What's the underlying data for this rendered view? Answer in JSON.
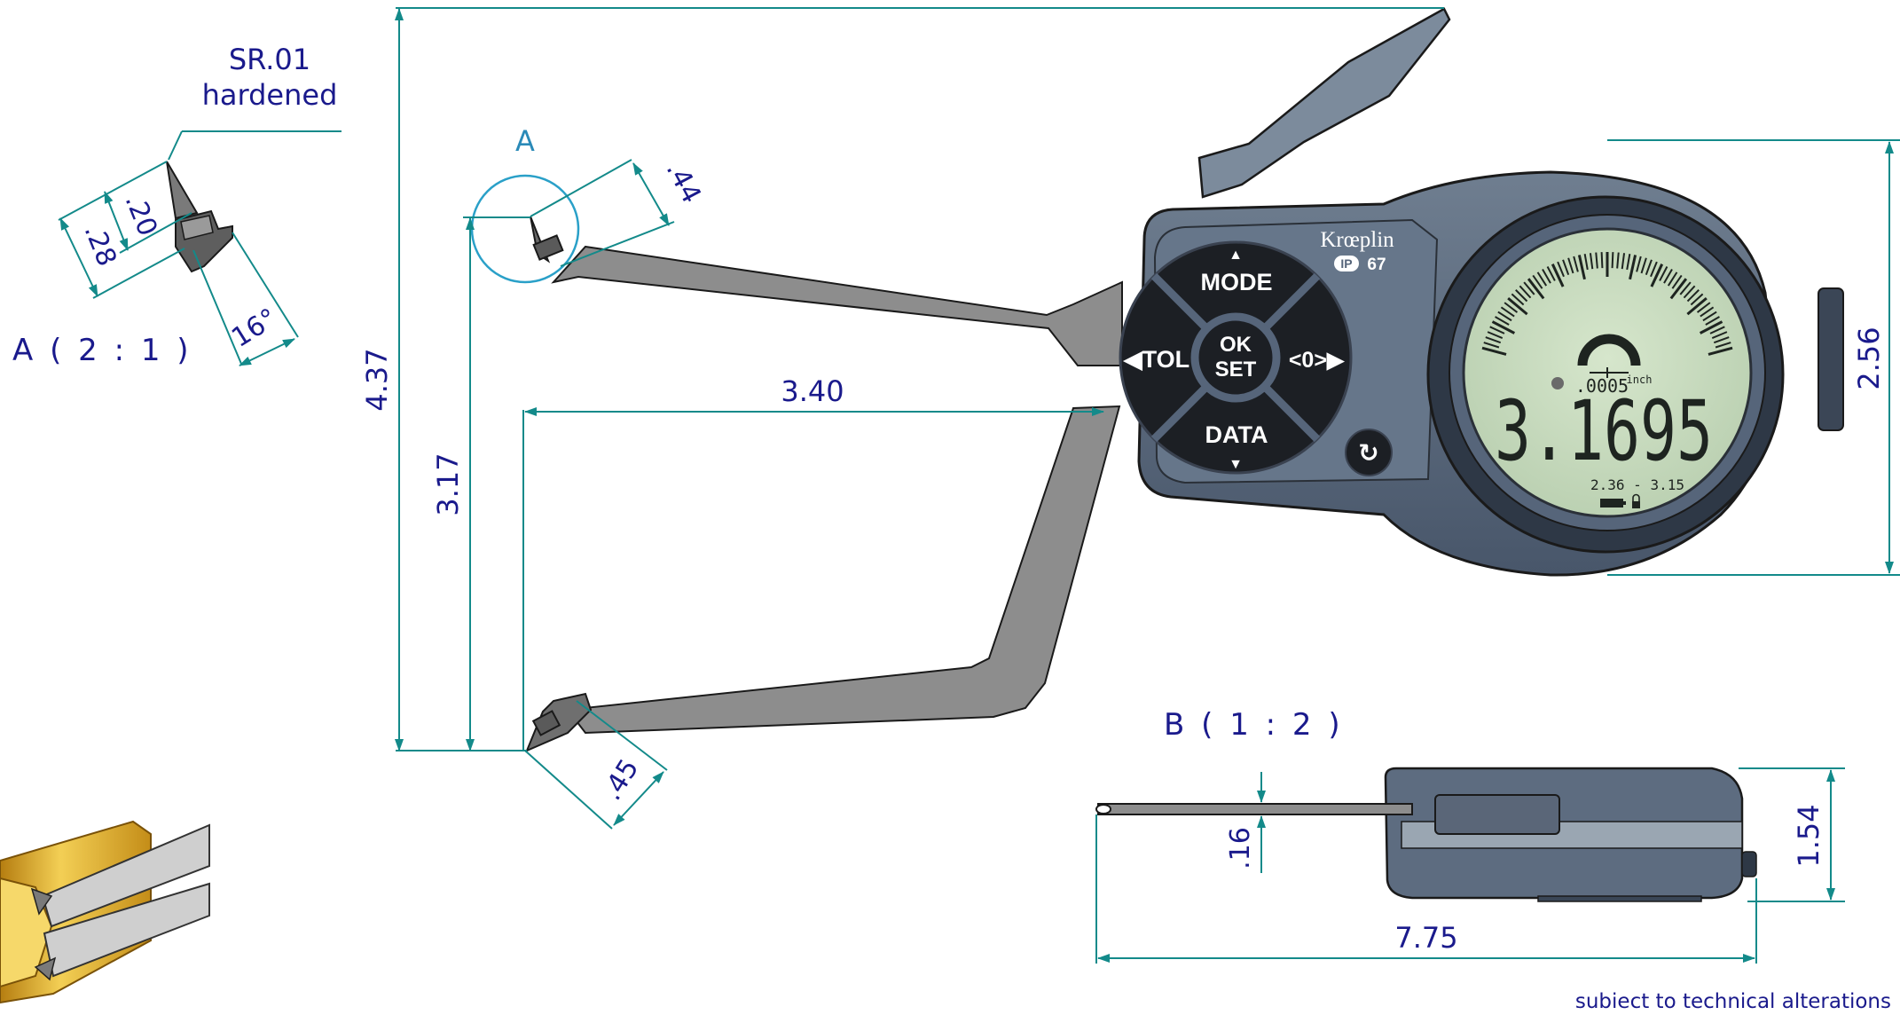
{
  "detail_a": {
    "callout_label": "A",
    "title": "A ( 2 : 1 )",
    "tip_note_line1": "SR.01",
    "tip_note_line2": "hardened",
    "dim_tip_length": ".20",
    "dim_tip_total": ".28",
    "dim_angle": "16°"
  },
  "main_view": {
    "dim_overall_height": "4.37",
    "dim_jaw_depth": "3.17",
    "dim_reach": "3.40",
    "dim_tip_upper": ".44",
    "dim_tip_lower": ".45",
    "dim_body_height": "2.56"
  },
  "gauge": {
    "brand": "Krœplin",
    "ip_rating_badge": "IP",
    "ip_rating_value": "67",
    "keys": {
      "mode": "MODE",
      "data": "DATA",
      "tol": "◀TOL",
      "zero": "<0>▶",
      "ok": "OK",
      "set": "SET",
      "arrow_up": "▲",
      "arrow_down": "▼",
      "reset_icon": "↻"
    },
    "display": {
      "reading": "3.1695",
      "resolution": ".0005",
      "unit": "inch",
      "range": "2.36 - 3.15"
    }
  },
  "detail_b": {
    "title": "B ( 1 : 2 )",
    "dim_jaw_thickness": ".16",
    "dim_body_thickness": "1.54",
    "dim_total_length": "7.75"
  },
  "footer_note": "subiect to technical alterations",
  "colors": {
    "dimension_text": "#1a1a8c",
    "dimension_line": "#138a8a",
    "gauge_body": "#5c6b7c",
    "keypad": "#1c1f24",
    "lcd": "#c9dcc0",
    "jaw": "#8e8e8e",
    "ring": "#d9a520"
  }
}
